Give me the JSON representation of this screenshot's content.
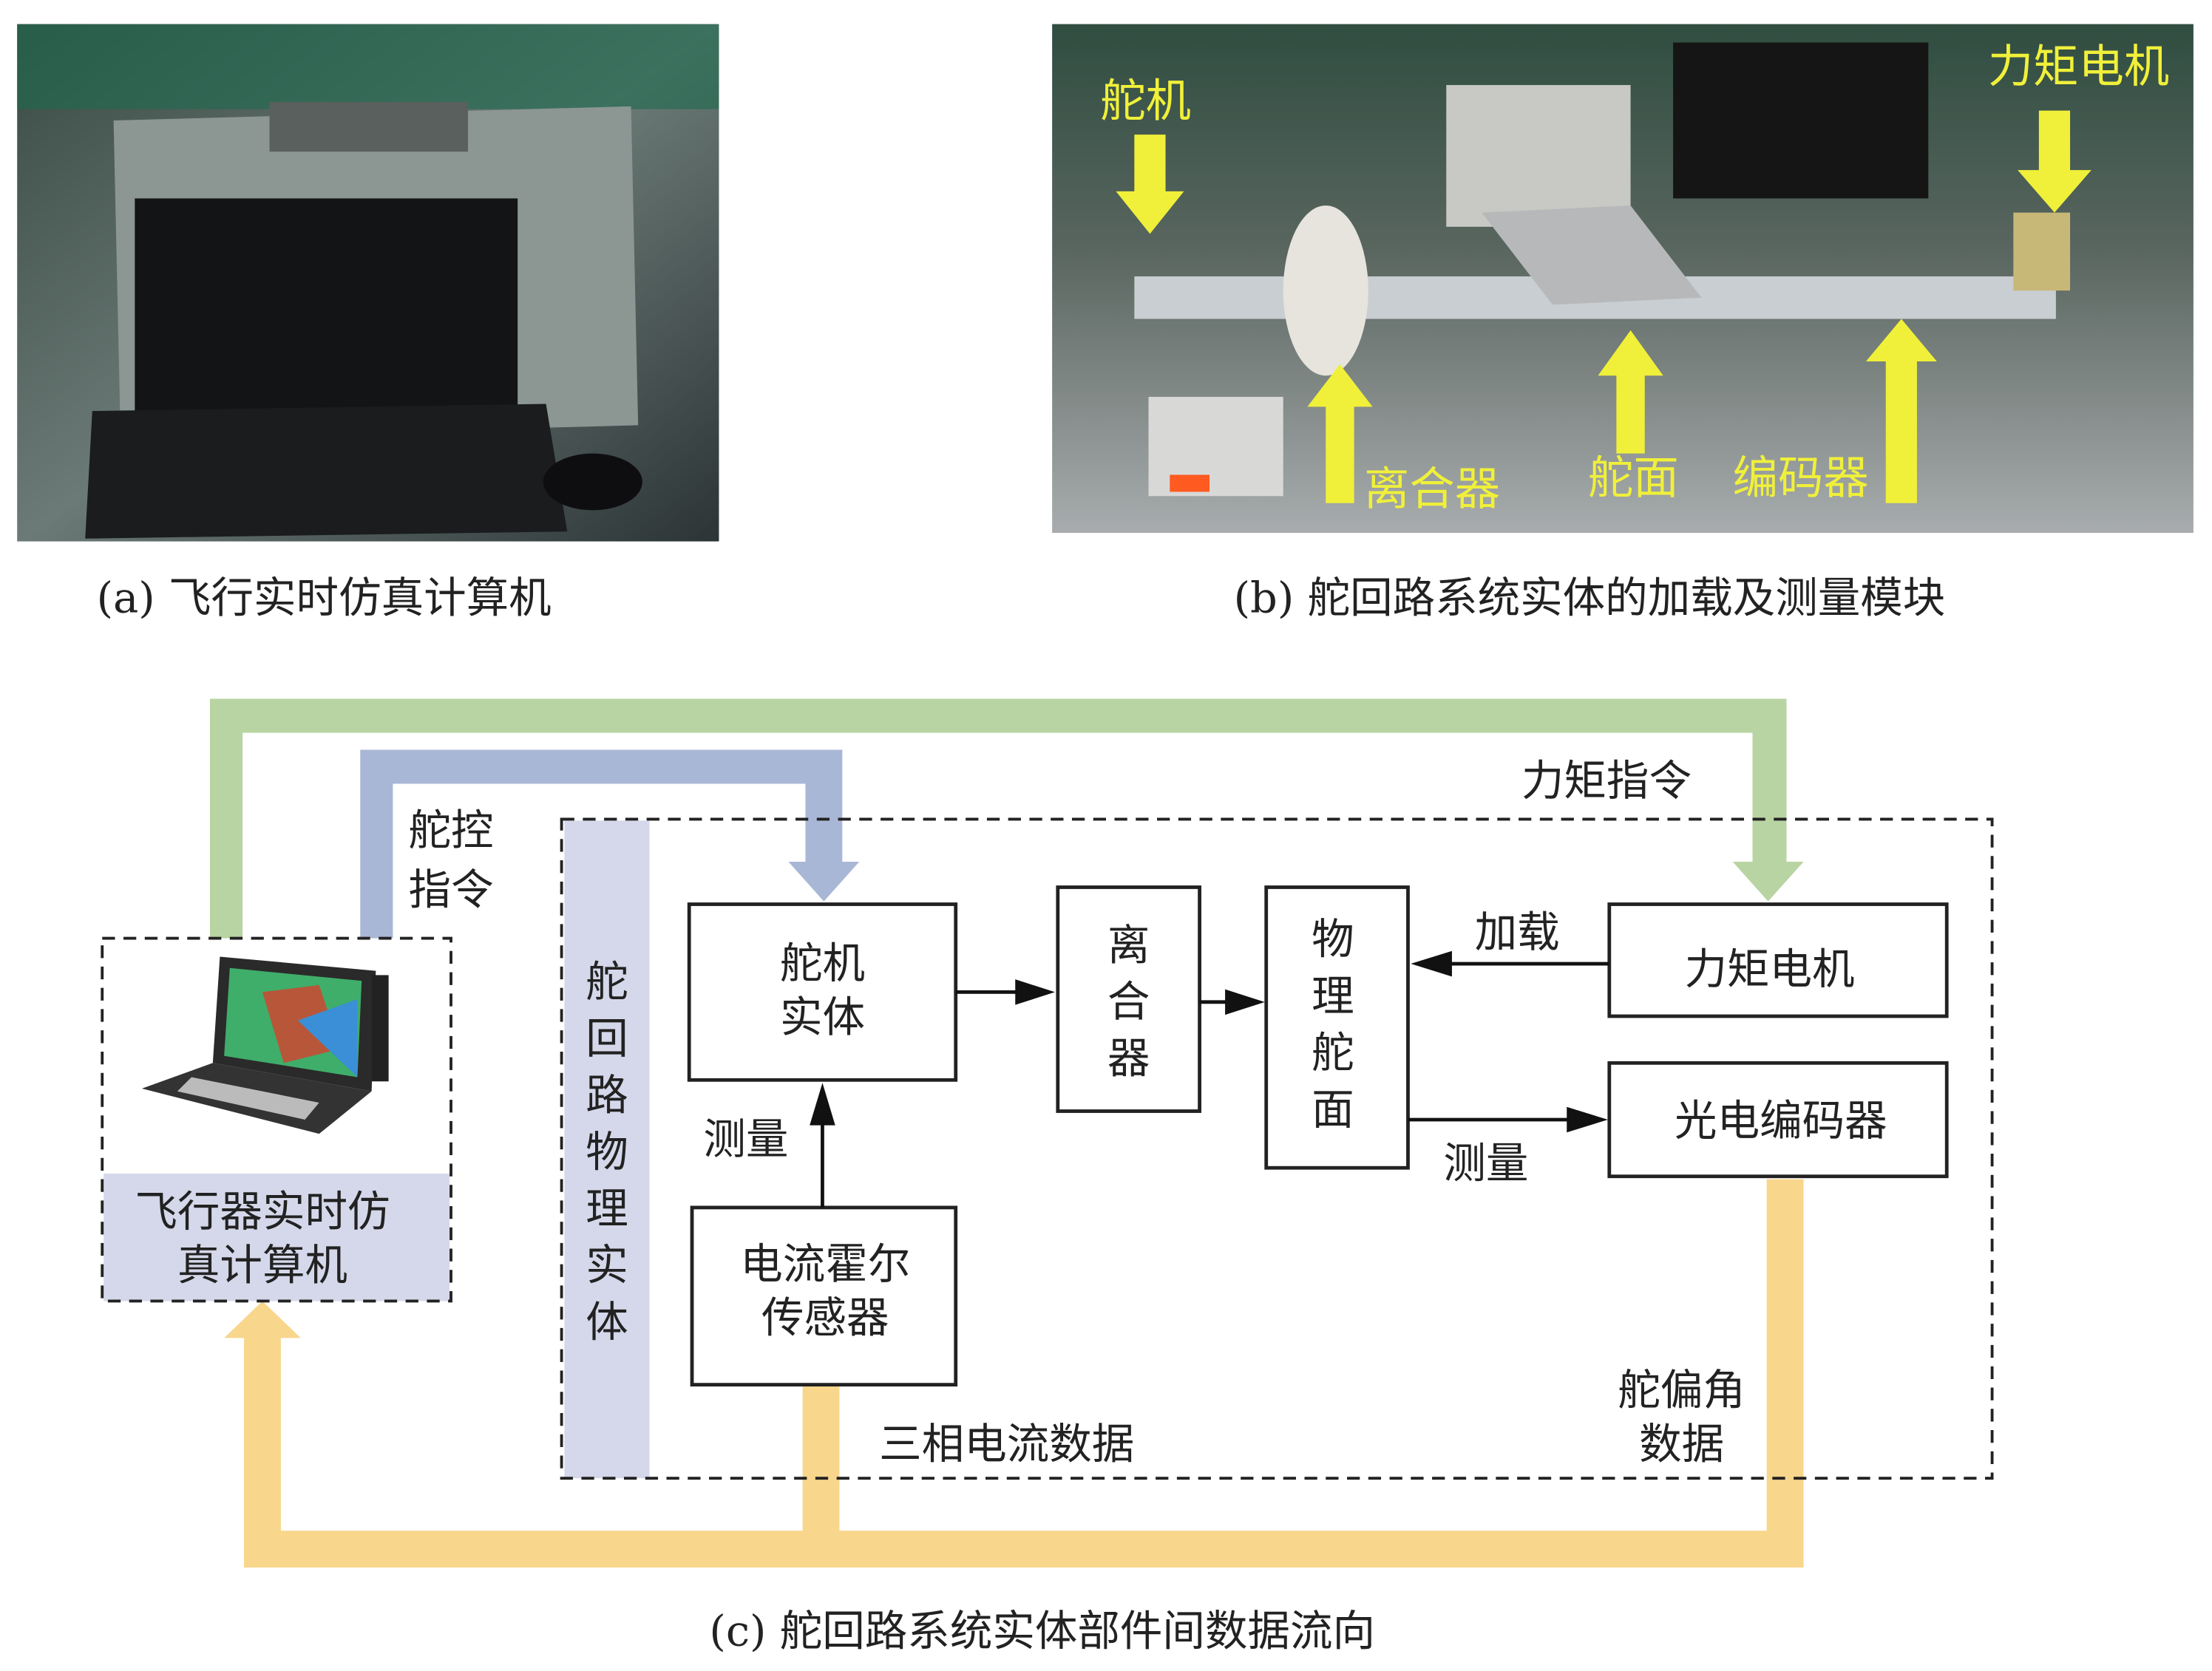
{
  "captions": {
    "a": "(a) 飞行实时仿真计算机",
    "b": "(b) 舵回路系统实体的加载及测量模块",
    "c": "(c) 舵回路系统实体部件间数据流向"
  },
  "photo_b_labels": {
    "actuator": "舵机",
    "torque_motor": "力矩电机",
    "clutch": "离合器",
    "rudder": "舵面",
    "encoder": "编码器"
  },
  "diagram": {
    "computer_label_1": "飞行器实时仿",
    "computer_label_2": "真计算机",
    "physical_entity": [
      "舵",
      "回",
      "路",
      "物",
      "理",
      "实",
      "体"
    ],
    "actuator_1": "舵机",
    "actuator_2": "实体",
    "clutch": [
      "离",
      "合",
      "器"
    ],
    "rudder": [
      "物",
      "理",
      "舵",
      "面"
    ],
    "torque_motor": "力矩电机",
    "encoder": "光电编码器",
    "hall_1": "电流霍尔",
    "hall_2": "传感器",
    "torque_cmd": "力矩指令",
    "rudder_cmd_1": "舵控",
    "rudder_cmd_2": "指令",
    "load": "加载",
    "measure_left": "测量",
    "measure_right": "测量",
    "three_phase": "三相电流数据",
    "angle_1": "舵偏角",
    "angle_2": "数据"
  },
  "colors": {
    "green": "#b8d4a2",
    "blue": "#a9b7d6",
    "yellow": "#f8d68c",
    "lavender": "#d5d8ea",
    "photo_arrow": "#f0f03a"
  }
}
